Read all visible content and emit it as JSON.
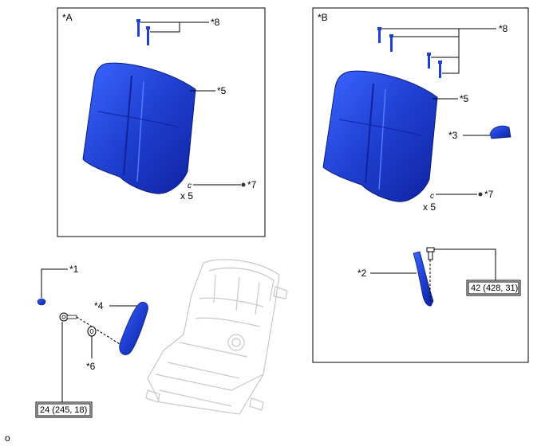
{
  "panels": {
    "a": {
      "label": "*A"
    },
    "b": {
      "label": "*B"
    }
  },
  "callouts": {
    "c1": "*1",
    "c2": "*2",
    "c3": "*3",
    "c4": "*4",
    "c5a": "*5",
    "c5b": "*5",
    "c6": "*6",
    "c7a": "*7",
    "c7b": "*7",
    "c8a": "*8",
    "c8b": "*8"
  },
  "quantities": {
    "clips_a": "x 5",
    "clips_b": "x 5"
  },
  "torque": {
    "bolt_b": "42 (428, 31)",
    "bolt_left": "24 (245, 18)"
  },
  "corner_mark": "o",
  "colors": {
    "part_blue": "#1f3fd0",
    "part_highlight": "#4f7bff",
    "part_dark": "#0f22a0",
    "frame_gray": "#c8c8c8",
    "line": "#000000"
  }
}
